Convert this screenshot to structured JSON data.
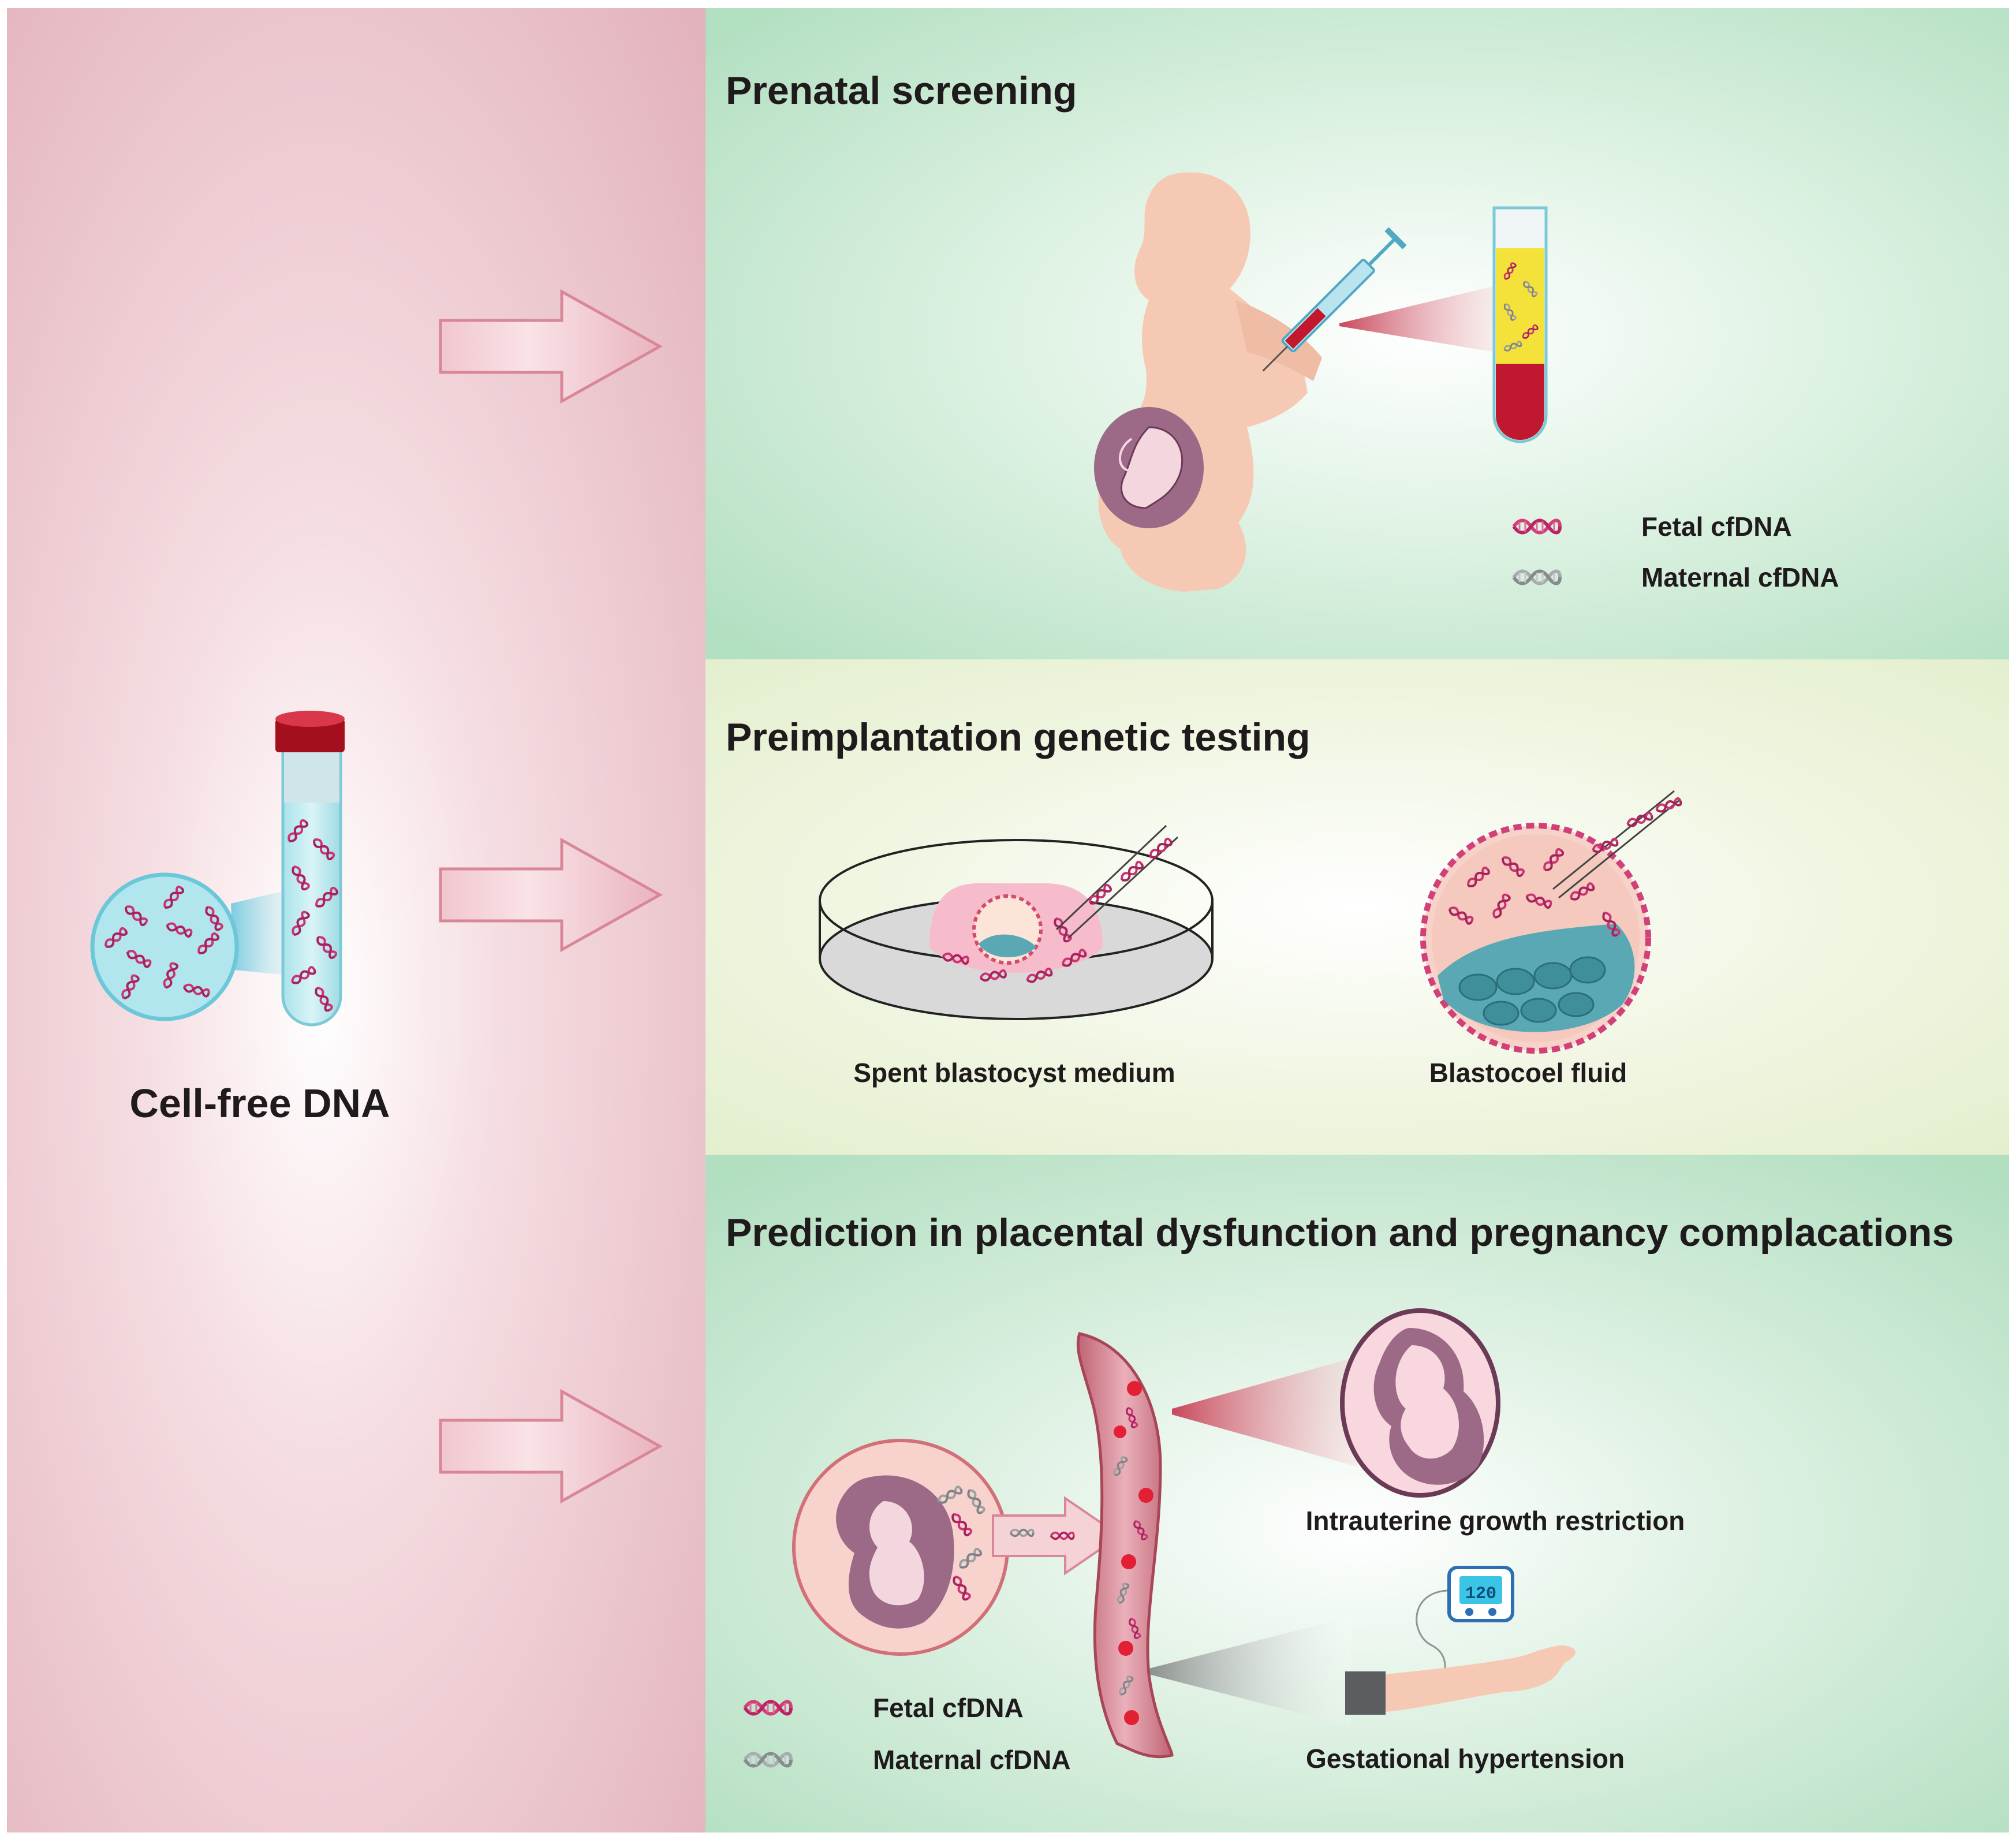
{
  "left_panel": {
    "label": "Cell-free DNA"
  },
  "panels": [
    {
      "title": "Prenatal screening",
      "legend": [
        "Fetal cfDNA",
        "Maternal cfDNA"
      ]
    },
    {
      "title": "Preimplantation genetic testing",
      "captions": [
        "Spent blastocyst medium",
        "Blastocoel fluid"
      ]
    },
    {
      "title": "Prediction in placental dysfunction and pregnancy complacations",
      "captions": [
        "Intrauterine growth restriction",
        "Gestational hypertension"
      ],
      "legend": [
        "Fetal cfDNA",
        "Maternal cfDNA"
      ],
      "monitor_display": "120"
    }
  ],
  "colors": {
    "left_bg": "#e6b9c2",
    "panel_green": "#bfe4c9",
    "panel_yellow": "#e9f2d3",
    "fetal_dna": "#d2407a",
    "maternal_dna": "#9ea3a5",
    "body_skin": "#f6c9b5",
    "womb": "#9c6a86",
    "blood": "#c0182e",
    "plasma": "#f2de38"
  },
  "icons": [
    "test-tube-icon",
    "syringe-icon",
    "pregnant-woman-icon",
    "fetus-icon",
    "blood-vessel-icon",
    "petri-dish-icon",
    "blastocyst-icon",
    "blood-pressure-monitor-icon",
    "arm-icon",
    "dna-strand-icon"
  ]
}
